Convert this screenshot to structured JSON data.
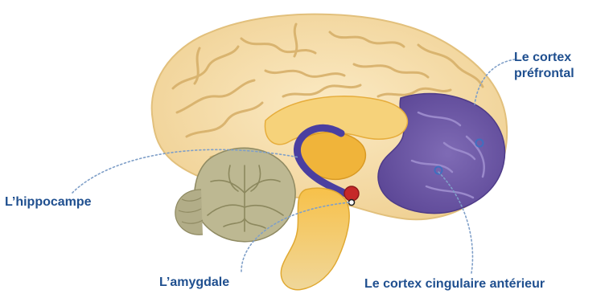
{
  "labels": {
    "prefrontal_line1": "Le cortex",
    "prefrontal_line2": "préfrontal",
    "hippocampus": "L’hippocampe",
    "amygdala": "L’amygdale",
    "anterior_cingulate": "Le cortex cingulaire antérieur"
  },
  "colors": {
    "cortex": "#f3dca3",
    "cortex_outline": "#e2c07c",
    "gyri_lines": "#d7b06a",
    "limbic": "#f0b43a",
    "prefrontal_region": "#6b56a3",
    "prefrontal_fold": "#8f7dc2",
    "hippocampus": "#4a3fa0",
    "amygdala": "#c62828",
    "cerebellum": "#a3a27a",
    "label_text": "#1f4f8f",
    "leader_lines": "#7f9fc8"
  }
}
